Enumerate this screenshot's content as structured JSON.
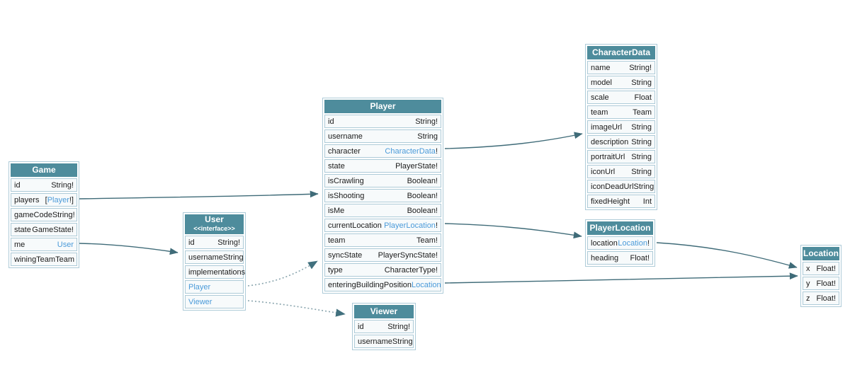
{
  "colors": {
    "header_bg": "#4e8c9c",
    "type_link": "#4a9ad9",
    "row_bg": "#f7fafb",
    "border": "#aecbd8",
    "arrow_solid": "#3f6b78",
    "arrow_dotted": "#8aa5ae"
  },
  "diagram": {
    "tables": {
      "game": {
        "title": "Game",
        "rows": [
          {
            "name": "id",
            "pre": "String!",
            "link": "",
            "post": ""
          },
          {
            "name": "players",
            "pre": "[",
            "link": "Player",
            "post": "!]"
          },
          {
            "name": "gameCode",
            "pre": "String!",
            "link": "",
            "post": ""
          },
          {
            "name": "state",
            "pre": "GameState!",
            "link": "",
            "post": ""
          },
          {
            "name": "me",
            "pre": "",
            "link": "User",
            "post": ""
          },
          {
            "name": "winingTeam",
            "pre": "Team",
            "link": "",
            "post": ""
          }
        ]
      },
      "user": {
        "title": "User",
        "subtitle": "<<interface>>",
        "rows": [
          {
            "name": "id",
            "pre": "String!",
            "link": "",
            "post": ""
          },
          {
            "name": "username",
            "pre": "String",
            "link": "",
            "post": ""
          }
        ],
        "implementations_label": "implementations",
        "implementations": [
          "Player",
          "Viewer"
        ]
      },
      "player": {
        "title": "Player",
        "rows": [
          {
            "name": "id",
            "pre": "String!",
            "link": "",
            "post": ""
          },
          {
            "name": "username",
            "pre": "String",
            "link": "",
            "post": ""
          },
          {
            "name": "character",
            "pre": "",
            "link": "CharacterData",
            "post": "!"
          },
          {
            "name": "state",
            "pre": "PlayerState!",
            "link": "",
            "post": ""
          },
          {
            "name": "isCrawling",
            "pre": "Boolean!",
            "link": "",
            "post": ""
          },
          {
            "name": "isShooting",
            "pre": "Boolean!",
            "link": "",
            "post": ""
          },
          {
            "name": "isMe",
            "pre": "Boolean!",
            "link": "",
            "post": ""
          },
          {
            "name": "currentLocation",
            "pre": "",
            "link": "PlayerLocation",
            "post": "!"
          },
          {
            "name": "team",
            "pre": "Team!",
            "link": "",
            "post": ""
          },
          {
            "name": "syncState",
            "pre": "PlayerSyncState!",
            "link": "",
            "post": ""
          },
          {
            "name": "type",
            "pre": "CharacterType!",
            "link": "",
            "post": ""
          },
          {
            "name": "enteringBuildingPosition",
            "pre": "",
            "link": "Location",
            "post": ""
          }
        ]
      },
      "viewer": {
        "title": "Viewer",
        "rows": [
          {
            "name": "id",
            "pre": "String!",
            "link": "",
            "post": ""
          },
          {
            "name": "username",
            "pre": "String",
            "link": "",
            "post": ""
          }
        ]
      },
      "characterData": {
        "title": "CharacterData",
        "rows": [
          {
            "name": "name",
            "pre": "String!",
            "link": "",
            "post": ""
          },
          {
            "name": "model",
            "pre": "String",
            "link": "",
            "post": ""
          },
          {
            "name": "scale",
            "pre": "Float",
            "link": "",
            "post": ""
          },
          {
            "name": "team",
            "pre": "Team",
            "link": "",
            "post": ""
          },
          {
            "name": "imageUrl",
            "pre": "String",
            "link": "",
            "post": ""
          },
          {
            "name": "description",
            "pre": "String",
            "link": "",
            "post": ""
          },
          {
            "name": "portraitUrl",
            "pre": "String",
            "link": "",
            "post": ""
          },
          {
            "name": "iconUrl",
            "pre": "String",
            "link": "",
            "post": ""
          },
          {
            "name": "iconDeadUrl",
            "pre": "String",
            "link": "",
            "post": ""
          },
          {
            "name": "fixedHeight",
            "pre": "Int",
            "link": "",
            "post": ""
          }
        ]
      },
      "playerLocation": {
        "title": "PlayerLocation",
        "rows": [
          {
            "name": "location",
            "pre": "",
            "link": "Location",
            "post": "!"
          },
          {
            "name": "heading",
            "pre": "Float!",
            "link": "",
            "post": ""
          }
        ]
      },
      "location": {
        "title": "Location",
        "rows": [
          {
            "name": "x",
            "pre": "Float!",
            "link": "",
            "post": ""
          },
          {
            "name": "y",
            "pre": "Float!",
            "link": "",
            "post": ""
          },
          {
            "name": "z",
            "pre": "Float!",
            "link": "",
            "post": ""
          }
        ]
      }
    },
    "edges": [
      {
        "from": "Game.players",
        "to": "Player",
        "style": "solid"
      },
      {
        "from": "Game.me",
        "to": "User",
        "style": "solid"
      },
      {
        "from": "Player.character",
        "to": "CharacterData",
        "style": "solid"
      },
      {
        "from": "Player.currentLocation",
        "to": "PlayerLocation",
        "style": "solid"
      },
      {
        "from": "Player.enteringBuildingPosition",
        "to": "Location",
        "style": "solid"
      },
      {
        "from": "PlayerLocation.location",
        "to": "Location",
        "style": "solid"
      },
      {
        "from": "User.Player",
        "to": "Player",
        "style": "dotted"
      },
      {
        "from": "User.Viewer",
        "to": "Viewer",
        "style": "dotted"
      }
    ]
  }
}
